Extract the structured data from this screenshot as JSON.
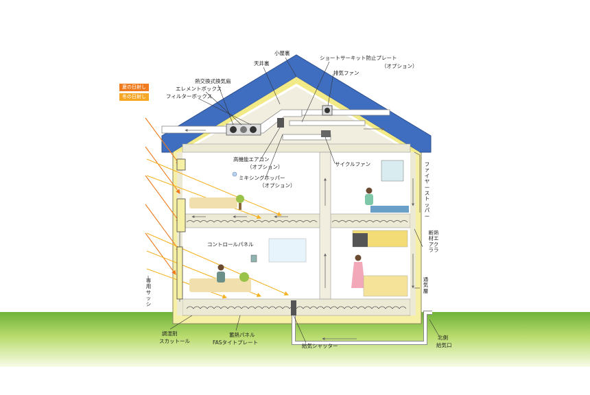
{
  "legend": {
    "summer": {
      "label": "夏の日射し",
      "color": "#f07b1e"
    },
    "winter": {
      "label": "冬の日射し",
      "color": "#f5a623"
    }
  },
  "colors": {
    "roof": "#3f6ec0",
    "roof_insulation": "#f2ea86",
    "wall_insulation": "#f7f0a6",
    "interior": "#ffffff",
    "air_layer": "#e9e6d2",
    "duct": "#ffffff",
    "ground_top": "#6fb23a",
    "ground_bottom": "#f2f7d9",
    "summer_sun": "#f07b1e",
    "winter_sun": "#f5a623"
  },
  "labels": {
    "koyaura": "小屋裏",
    "tenjoura": "天井裏",
    "short_circuit_plate": "ショートサーキット防止プレート",
    "option_1": "（オプション）",
    "exhaust_fan": "排気ファン",
    "heat_exchange_fan": "熱交換式換気扇",
    "element_box": "エレメントボックス",
    "filter_box": "フィルターボックス",
    "high_performance_ac": "高機能エアコン",
    "option_2": "（オプション）",
    "mixing_hopper": "ミキシングホッパー",
    "option_3": "（オプション）",
    "cycle_fan": "サイクルファン",
    "fire_stopper": "ファイヤーストッパー",
    "insulation_airclear": "断熱材エアクララ",
    "ventilation_layer": "通気層",
    "control_panel": "コントロールパネル",
    "dedicated_sash": "専用サッシ",
    "humidity_agent": "調湿剤",
    "humidity_agent_name": "スカットール",
    "heat_storage_panel": "蓄熱パネル",
    "fas_tight_plate": "FASタイトプレート",
    "supply_shutter": "給気シャッター",
    "north_side": "北側",
    "supply_inlet": "給気口"
  },
  "icons": [
    "arrow-icon",
    "fan-icon",
    "person-icon",
    "sofa-icon",
    "plant-icon",
    "window-icon",
    "kitchen-icon",
    "panel-icon"
  ]
}
